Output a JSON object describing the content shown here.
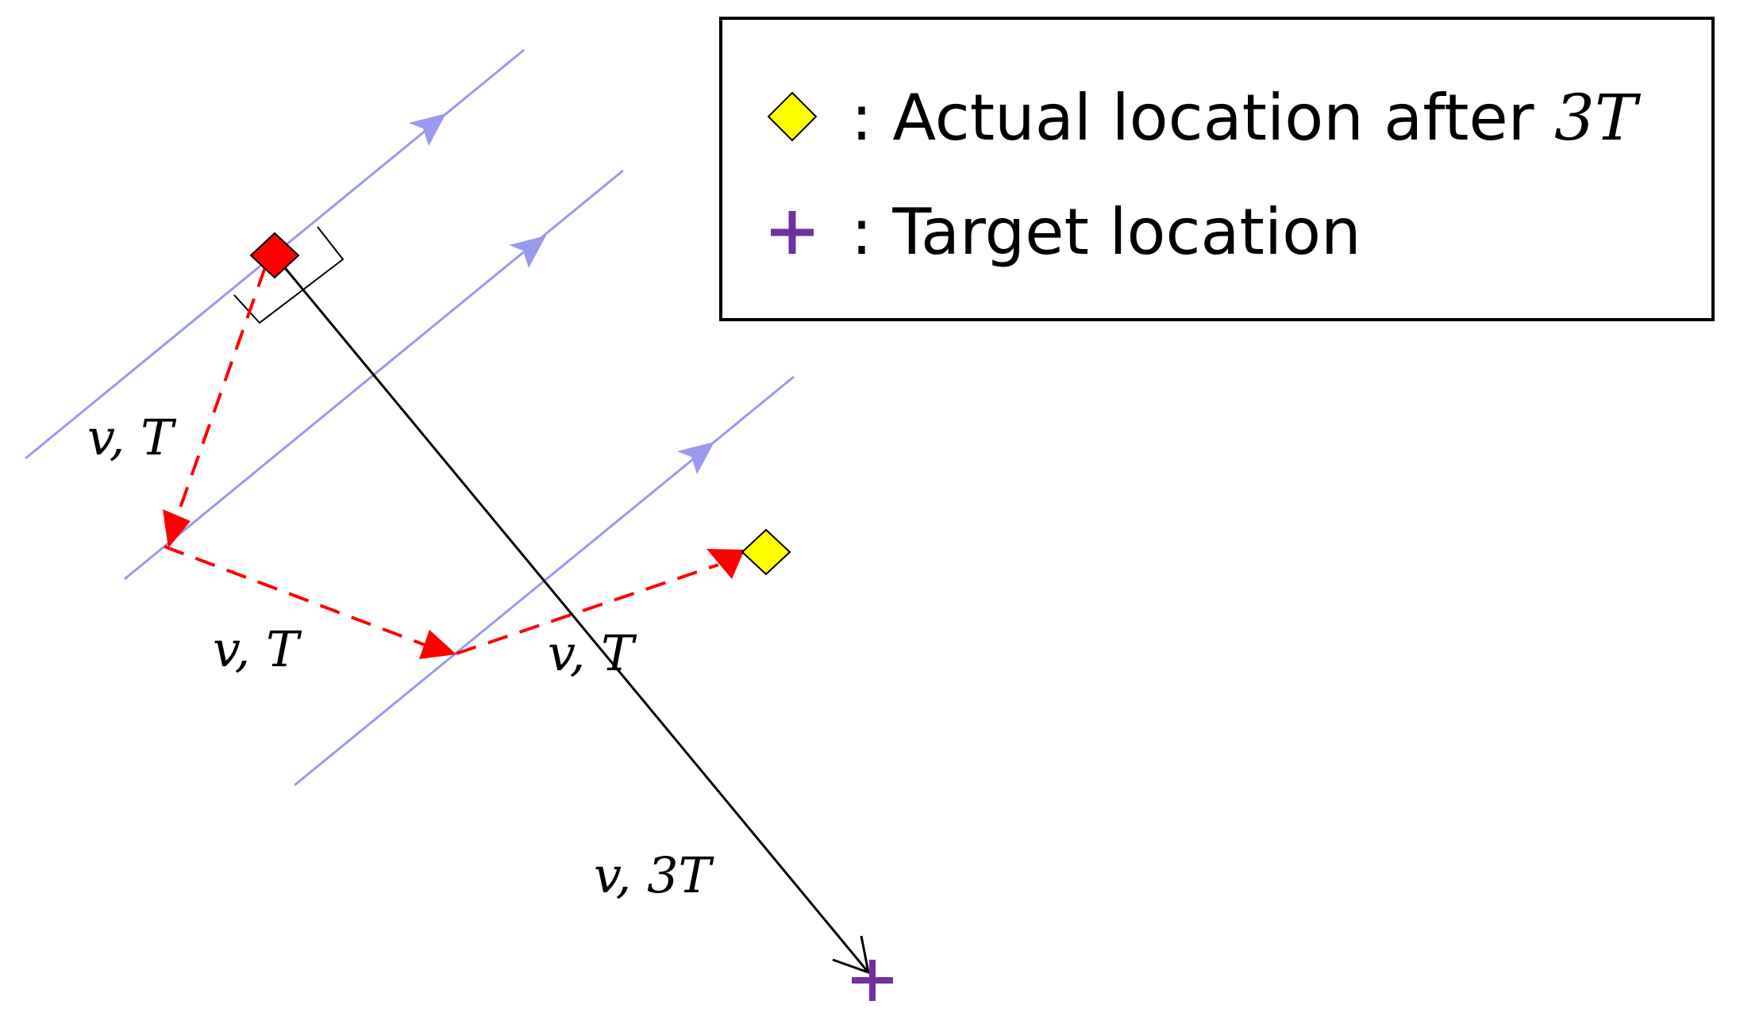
{
  "legend": {
    "items": [
      {
        "symbol": "yellow-diamond",
        "color": "#ffff00",
        "text": ": Actual location after ",
        "math": "3T"
      },
      {
        "symbol": "purple-plus",
        "color": "#7030a0",
        "text": ": Target location",
        "math": ""
      }
    ]
  },
  "labels": {
    "step1": "v, T",
    "step2": "v, T",
    "step3": "v, T",
    "total": "v, 3T"
  },
  "colors": {
    "flow_lines": "#9999ee",
    "path_arrows": "#ff0000",
    "start_marker": "#ff0000",
    "actual_marker": "#ffff00",
    "target_marker": "#7030a0",
    "direct_arrow": "#000000"
  }
}
